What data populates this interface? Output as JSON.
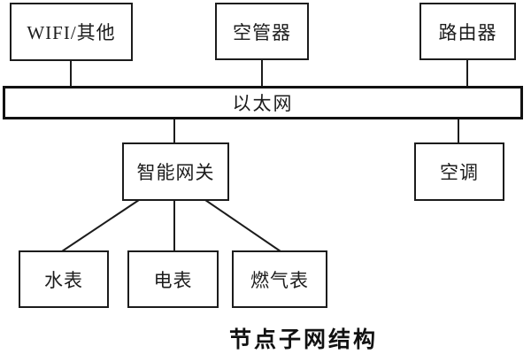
{
  "diagram": {
    "caption": "节点子网结构",
    "bus": {
      "label": "以太网"
    },
    "nodes": {
      "wifi": {
        "label": "WIFI/其他"
      },
      "air_controller": {
        "label": "空管器"
      },
      "router": {
        "label": "路由器"
      },
      "smart_gateway": {
        "label": "智能网关"
      },
      "air_conditioner": {
        "label": "空调"
      },
      "water_meter": {
        "label": "水表"
      },
      "electric_meter": {
        "label": "电表"
      },
      "gas_meter": {
        "label": "燃气表"
      }
    },
    "edges": [
      [
        "wifi",
        "ethernet_bus"
      ],
      [
        "air_controller",
        "ethernet_bus"
      ],
      [
        "router",
        "ethernet_bus"
      ],
      [
        "ethernet_bus",
        "smart_gateway"
      ],
      [
        "ethernet_bus",
        "air_conditioner"
      ],
      [
        "smart_gateway",
        "water_meter"
      ],
      [
        "smart_gateway",
        "electric_meter"
      ],
      [
        "smart_gateway",
        "gas_meter"
      ]
    ],
    "colors": {
      "line": "#1c1c1c",
      "background": "#ffffff"
    }
  }
}
